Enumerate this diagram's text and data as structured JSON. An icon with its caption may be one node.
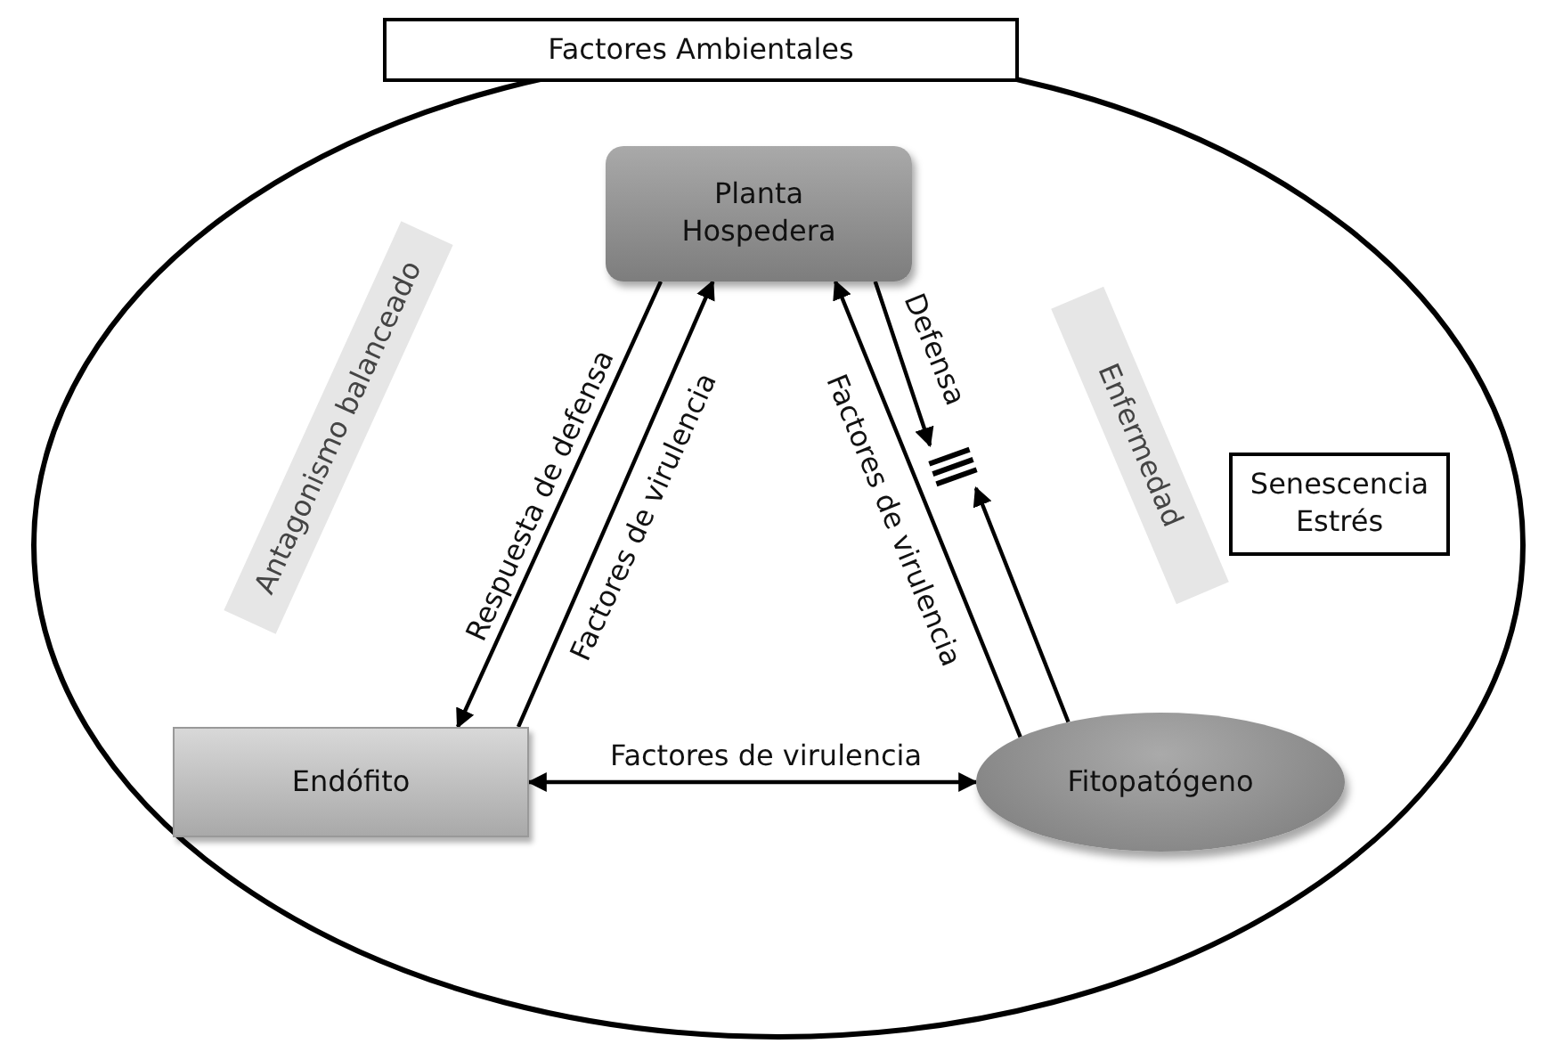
{
  "diagram": {
    "nodes": [
      {
        "text": [
          "Factores Ambientales"
        ]
      },
      {
        "text": [
          "Senescencia Estrés"
        ]
      },
      {
        "text": [
          "Planta Hospedera"
        ]
      },
      {
        "text": [
          "Endófito"
        ]
      },
      {
        "text": [
          "Fitopatógeno"
        ]
      },
      {
        "text": [
          "Antagonismo balanceado"
        ]
      },
      {
        "text": [
          "Enfermedad"
        ]
      },
      {
        "text": [],
        "shape": "bar"
      }
    ],
    "edges": [
      {
        "from": 2,
        "to": 3,
        "arrow": "to",
        "label": "Respuesta de defensa"
      },
      {
        "from": 3,
        "to": 2,
        "arrow": "to",
        "label": "Factores de virulencia"
      },
      {
        "from": 4,
        "to": 2,
        "arrow": "to",
        "label": "Factores de virulencia"
      },
      {
        "from": 2,
        "to": 7,
        "arrow": "to",
        "label": "Defensa"
      },
      {
        "from": 4,
        "to": 7,
        "arrow": "to"
      },
      {
        "from": 3,
        "to": 4,
        "arrow": "both",
        "label": "Factores de virulencia"
      }
    ]
  }
}
